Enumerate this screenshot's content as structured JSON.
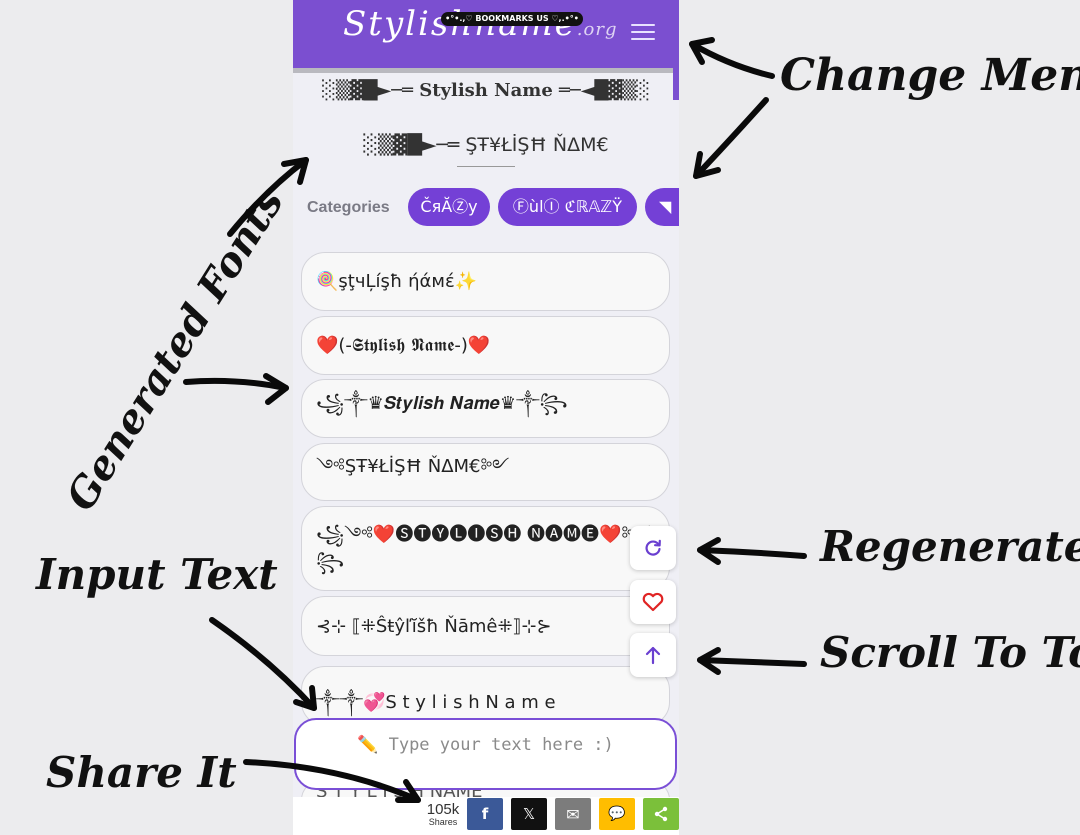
{
  "header": {
    "logo": "Stylishname",
    "logo_domain": ".org",
    "bookmark_pill": "•°•.,♡ BOOKMARKS US ♡,.•°•",
    "menu_icon": "hamburger-icon"
  },
  "banners": {
    "title": "░▒▓█►─═ Stylish Name ═─◄█▓▒░",
    "subtitle": "░▒▓█►─═ ŞŦ¥ŁİŞĦ ŇΔM€"
  },
  "categories": {
    "label": "Categories",
    "chips": [
      "ČяĂⓏy",
      "ⒻùlⒾ ℭℝ𝔸ℤŸ",
      "◥"
    ]
  },
  "fonts": [
    "🍭şţчĻíşħ ήάмέ✨",
    "❤️(-𝕾𝖙𝖞𝖑𝖎𝖘𝖍 𝕹𝖆𝖒𝖊-)❤️",
    "꧁༒♛𝑺𝒕𝒚𝒍𝒊𝒔𝒉 𝑵𝒂𝒎𝒆♛༒꧂",
    "༺ŞŦ¥ŁİŞĦ ŇΔM€༻",
    "꧁༺❤️🅢🅣🅨🅛🅘🅢🅗 🅝🅐🅜🅔❤️༻ ꧂",
    "⊰⊹ ⟦⁜Ŝŧŷľĭšħ Ňāmê⁜⟧⊹⊱",
    "༒༒💞S t y l i s h N a m e",
    "S T Y L I S H NAME"
  ],
  "fab": {
    "regenerate_icon": "refresh-icon",
    "favorite_icon": "heart-icon",
    "scroll_top_icon": "arrow-up-icon"
  },
  "input": {
    "placeholder": "✏️ Type your text here :)"
  },
  "share": {
    "count": "105k",
    "count_label": "Shares",
    "buttons": [
      {
        "name": "facebook",
        "glyph": "f",
        "color": "#3b5998"
      },
      {
        "name": "x",
        "glyph": "𝕏",
        "color": "#111111"
      },
      {
        "name": "email",
        "glyph": "✉",
        "color": "#7c7c7c"
      },
      {
        "name": "sms",
        "glyph": "💬",
        "color": "#ffbd00"
      },
      {
        "name": "share",
        "glyph": "⋖",
        "color": "#7bc03a"
      }
    ]
  },
  "annotations": {
    "change_menu": "Change Menu",
    "generated_fonts": "Generated Fonts",
    "regenerate": "Regenerate",
    "input_text": "Input Text",
    "scroll_to_top": "Scroll To Top",
    "share_it": "Share It"
  },
  "colors": {
    "brand": "#7b4fd0",
    "chip": "#7440d6",
    "fab_icon": "#6a3fd0",
    "heart": "#e02424"
  }
}
